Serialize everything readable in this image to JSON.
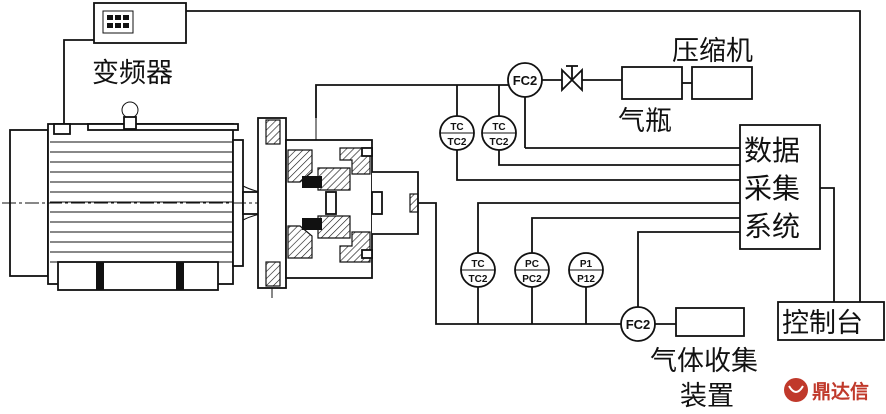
{
  "labels": {
    "inverter": "变频器",
    "compressor": "压缩机",
    "gas_cylinder": "气瓶",
    "daq_line1": "数据",
    "daq_line2": "采集",
    "daq_line3": "系统",
    "control_console": "控制台",
    "gas_collection_line1": "气体收集",
    "gas_collection_line2": "装置"
  },
  "instruments": {
    "fc_top": [
      "FC2"
    ],
    "tc_upper_1": [
      "TC",
      "TC2"
    ],
    "tc_upper_2": [
      "TC",
      "TC2"
    ],
    "tc_lower": [
      "TC",
      "TC2"
    ],
    "pc_lower": [
      "PC",
      "PC2"
    ],
    "p_lower": [
      "P1",
      "P12"
    ],
    "fc_bottom": [
      "FC2"
    ]
  },
  "watermark": {
    "text": "鼎达信",
    "color": "#c0392b"
  }
}
